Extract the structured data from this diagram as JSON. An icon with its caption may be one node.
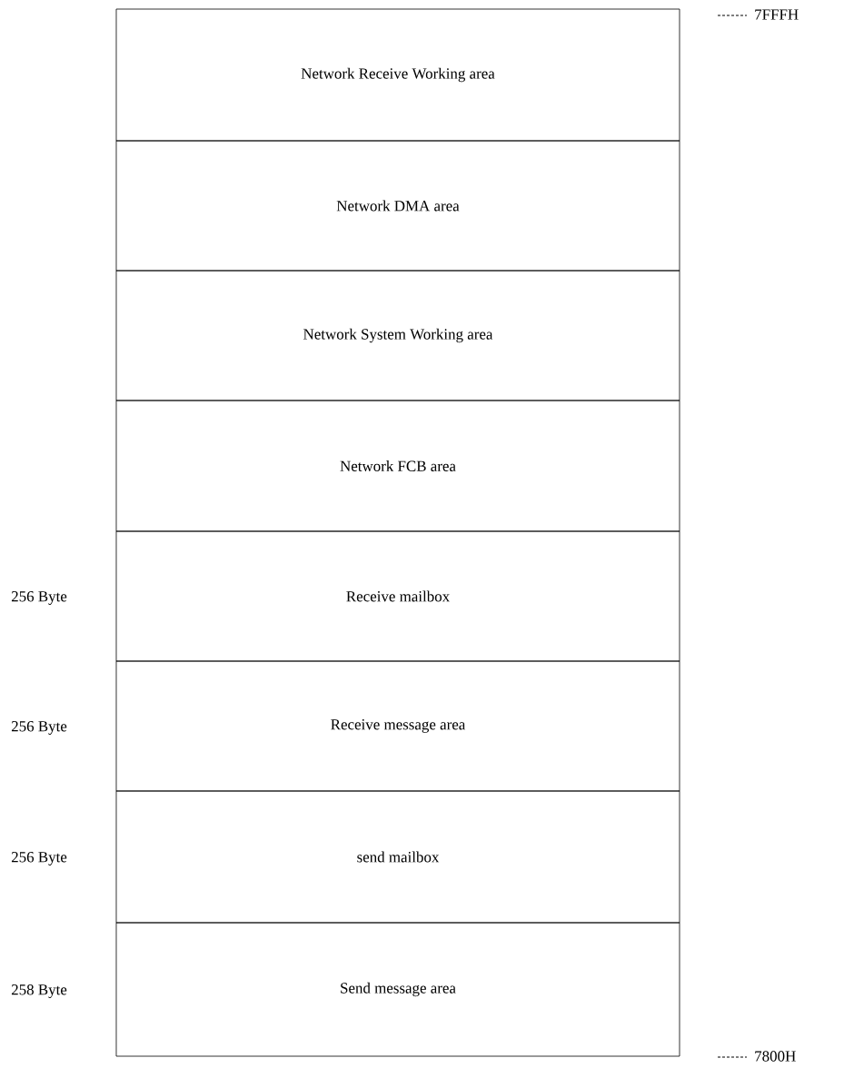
{
  "diagram": {
    "nodes": [
      {
        "text": [
          "Network Receive Working area"
        ]
      },
      {
        "text": [
          "Network DMA area"
        ]
      },
      {
        "text": [
          "Network System Working area"
        ]
      },
      {
        "text": [
          "Network FCB area"
        ]
      },
      {
        "text": [
          "Receive mailbox"
        ],
        "beside": [
          "256 Byte"
        ]
      },
      {
        "text": [
          "Receive message area"
        ],
        "beside": [
          "256 Byte"
        ]
      },
      {
        "text": [
          "send mailbox"
        ],
        "beside": [
          "256 Byte"
        ]
      },
      {
        "text": [
          "Send message area"
        ],
        "beside": [
          "258 Byte"
        ]
      }
    ],
    "labels": [
      "7FFFH",
      "7800H"
    ]
  }
}
